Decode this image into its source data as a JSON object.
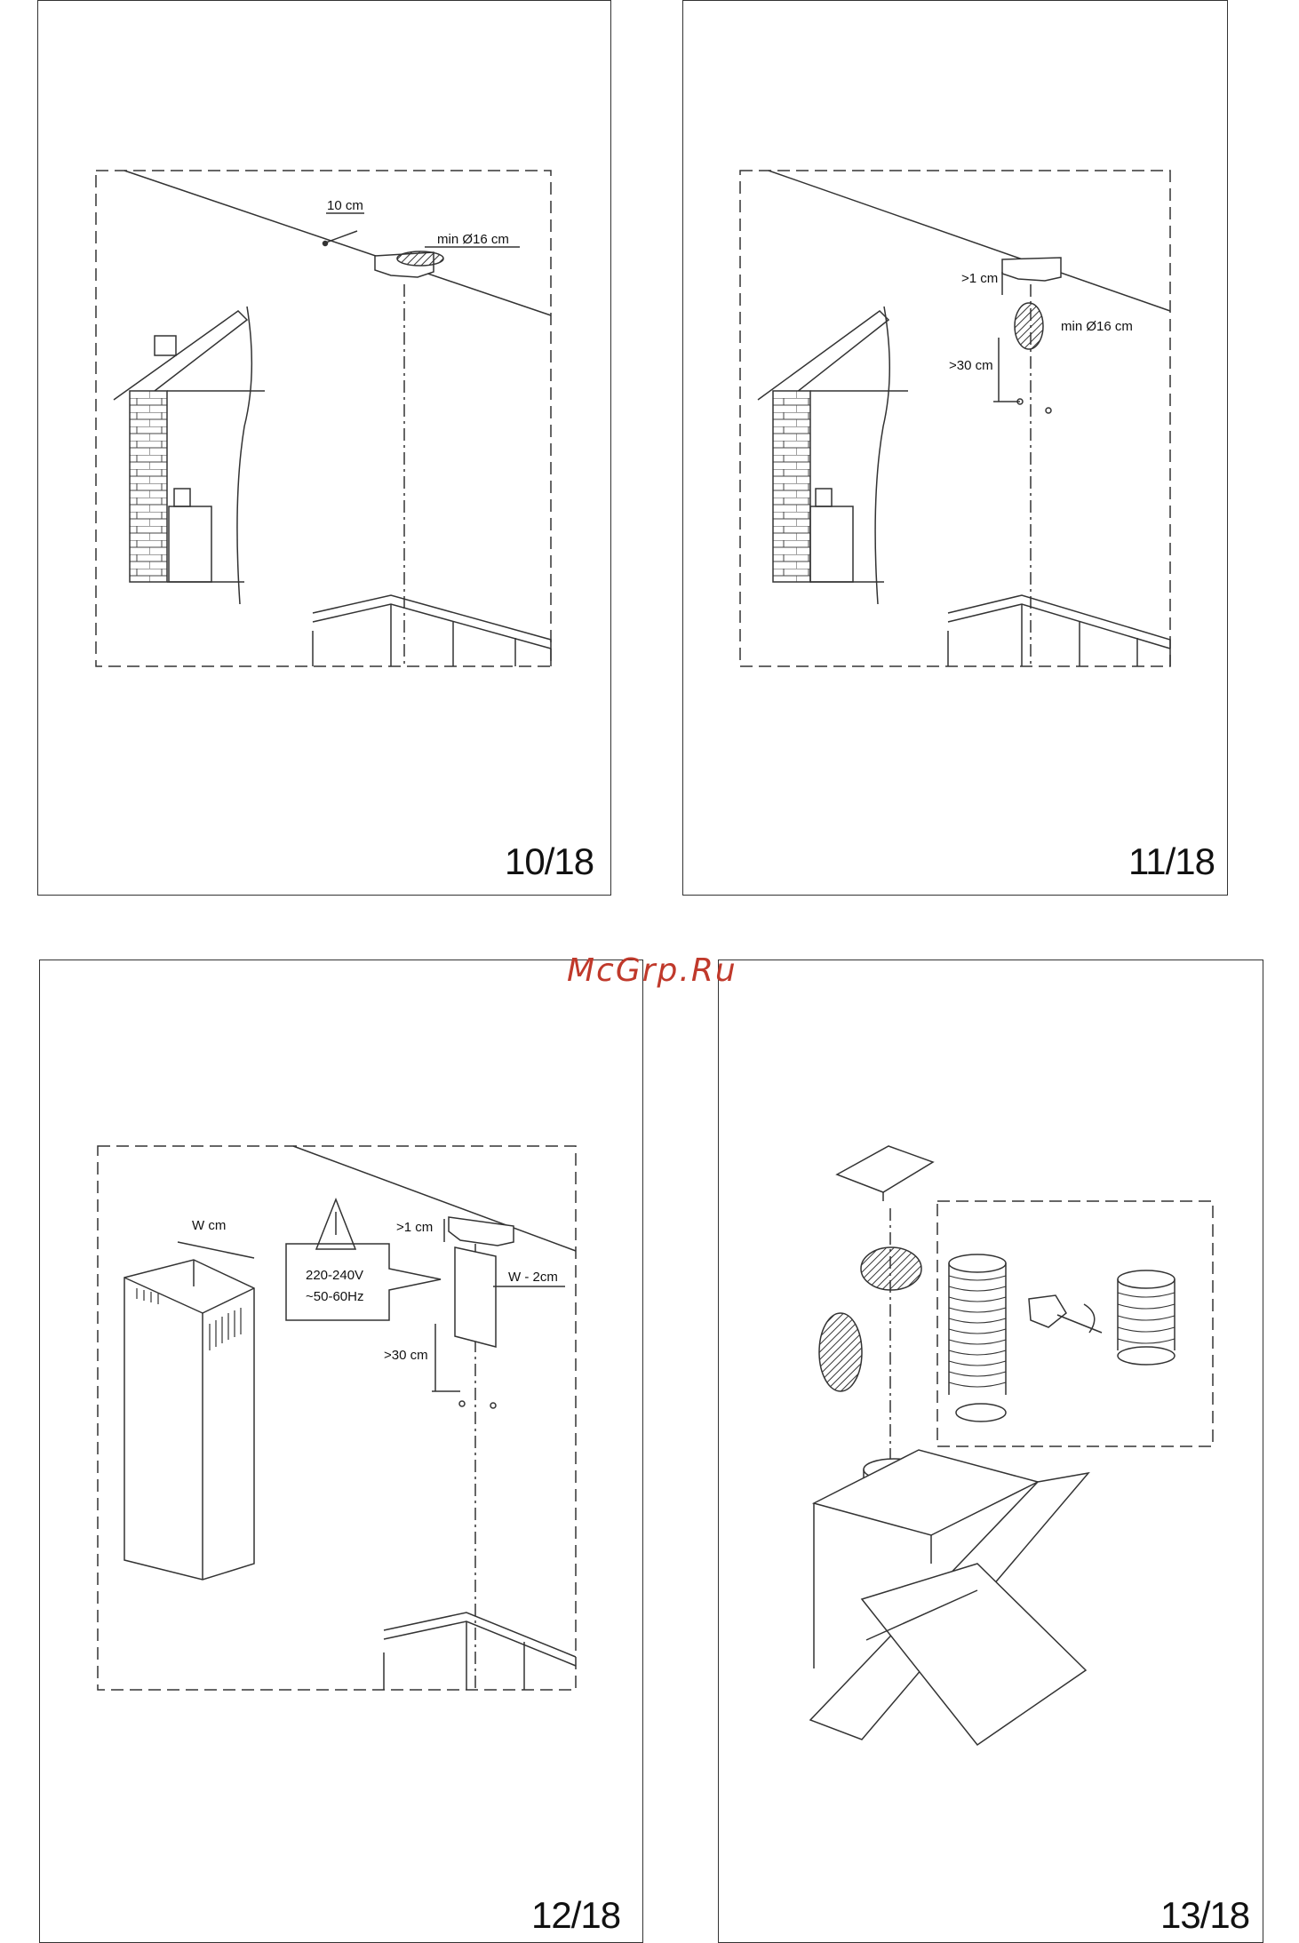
{
  "watermark": "McGrp.Ru",
  "pages": [
    {
      "page_number": "10/18",
      "labels": {
        "dist": "10 cm",
        "diameter": "min Ø16 cm"
      }
    },
    {
      "page_number": "11/18",
      "labels": {
        "gap": ">1 cm",
        "diameter": "min Ø16 cm",
        "height": ">30 cm"
      }
    },
    {
      "page_number": "12/18",
      "labels": {
        "width": "W cm",
        "gap": ">1 cm",
        "voltage": "220-240V",
        "frequency": "~50-60Hz",
        "plate_width": "W - 2cm",
        "height": ">30 cm"
      }
    },
    {
      "page_number": "13/18"
    }
  ],
  "colors": {
    "line": "#333333",
    "watermark": "#c0392b"
  }
}
